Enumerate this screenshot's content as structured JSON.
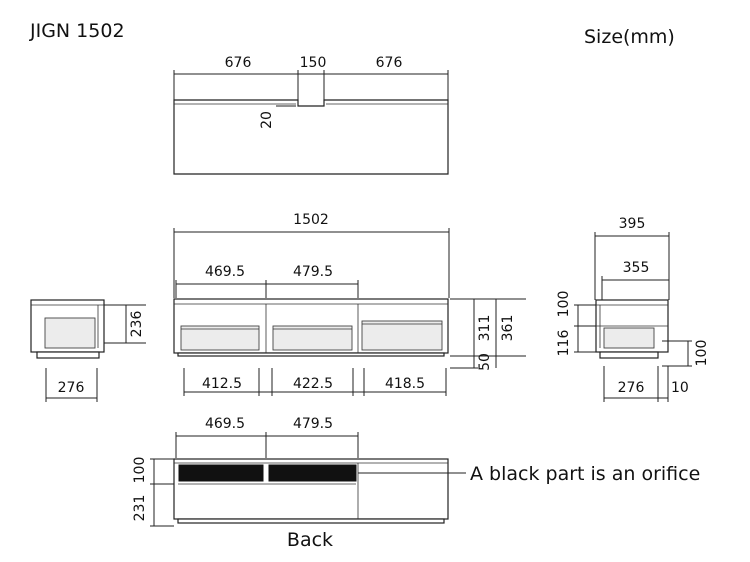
{
  "header": {
    "model": "JIGN 1502",
    "size_unit": "Size(mm)"
  },
  "top_view": {
    "dim_left": "676",
    "dim_center": "150",
    "dim_right": "676",
    "dim_notch": "20"
  },
  "front_view": {
    "dim_total_width": "1502",
    "dim_upper_left": "469.5",
    "dim_upper_right": "479.5",
    "dim_lower_1": "412.5",
    "dim_lower_2": "422.5",
    "dim_lower_3": "418.5",
    "dim_height_311": "311",
    "dim_height_361": "361",
    "dim_base_50": "50"
  },
  "left_side_view": {
    "dim_height": "236",
    "dim_width": "276"
  },
  "right_side_view": {
    "dim_depth_outer": "395",
    "dim_depth_inner": "355",
    "dim_height_100": "100",
    "dim_height_116": "116",
    "dim_right_100": "100",
    "dim_bottom_276": "276",
    "dim_bottom_10": "10"
  },
  "back_view": {
    "dim_upper_left": "469.5",
    "dim_upper_right": "479.5",
    "dim_height_100": "100",
    "dim_height_231": "231",
    "label": "Back",
    "annotation": "A black part is an orifice"
  }
}
